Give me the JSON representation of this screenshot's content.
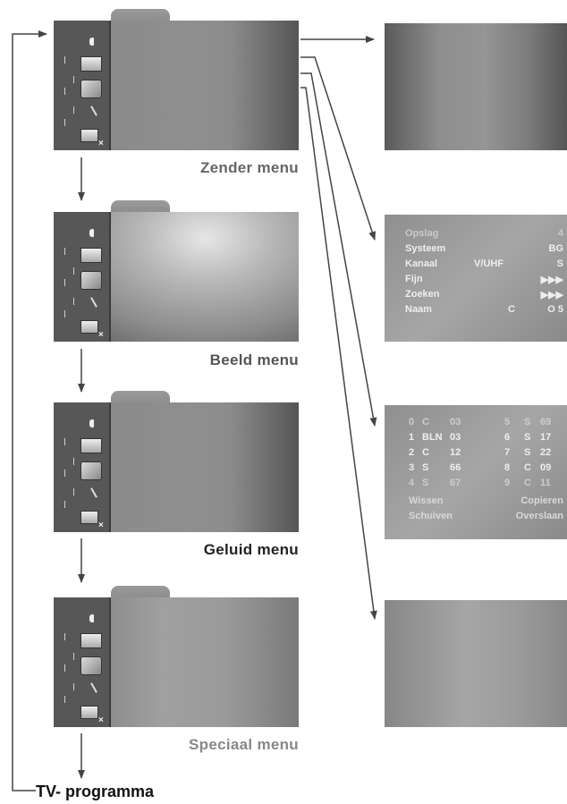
{
  "menus": [
    {
      "title": "Zender menu"
    },
    {
      "title": "Beeld menu"
    },
    {
      "title": "Geluid menu"
    },
    {
      "title": "Speciaal menu"
    }
  ],
  "zender_panel": {
    "rows": [
      {
        "label": "Opslag",
        "mid": "",
        "value": "4"
      },
      {
        "label": "Systeem",
        "mid": "",
        "value": "BG"
      },
      {
        "label": "Kanaal",
        "mid": "V/UHF",
        "value": "S"
      },
      {
        "label": "Fijn",
        "mid": "",
        "value": "▶▶▶"
      },
      {
        "label": "Zoeken",
        "mid": "",
        "value": "▶▶▶"
      },
      {
        "label": "Naam",
        "mid": "C",
        "value": "O 5"
      }
    ]
  },
  "program_panel": {
    "rows": [
      {
        "n1": "0",
        "t1": "C",
        "v1": "03",
        "n2": "5",
        "t2": "S",
        "v2": "69"
      },
      {
        "n1": "1",
        "t1": "BLN",
        "v1": "03",
        "n2": "6",
        "t2": "S",
        "v2": "17"
      },
      {
        "n1": "2",
        "t1": "C",
        "v1": "12",
        "n2": "7",
        "t2": "S",
        "v2": "22"
      },
      {
        "n1": "3",
        "t1": "S",
        "v1": "66",
        "n2": "8",
        "t2": "C",
        "v2": "09"
      },
      {
        "n1": "4",
        "t1": "S",
        "v1": "67",
        "n2": "9",
        "t2": "C",
        "v2": "11"
      }
    ],
    "footer": [
      {
        "left": "Wissen",
        "right": "Copieren"
      },
      {
        "left": "Schuiven",
        "right": "Overslaan"
      }
    ]
  },
  "bottom_label": "TV- programma",
  "colors": {
    "menu_title": "#555555",
    "arrow": "#444444"
  }
}
